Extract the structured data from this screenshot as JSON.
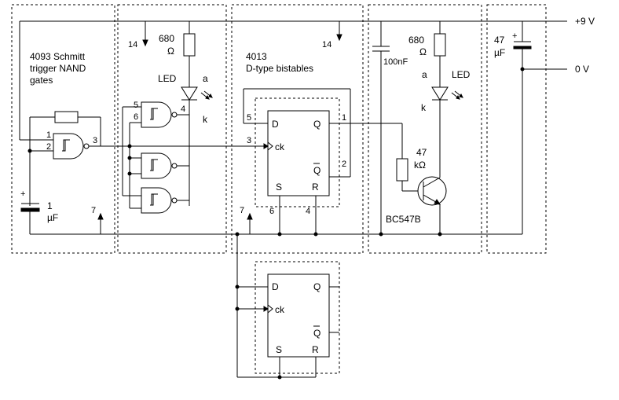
{
  "rails": {
    "plus": "+9 V",
    "zero": "0 V"
  },
  "sections": {
    "schmitt": {
      "title_line1": "4093 Schmitt",
      "title_line2": "trigger NAND",
      "title_line3": "gates"
    },
    "bistables": {
      "title_line1": "4013",
      "title_line2": "D-type bistables"
    }
  },
  "components": {
    "cap_timing": {
      "value": "1",
      "unit": "µF"
    },
    "cap_decouple": {
      "value": "100nF"
    },
    "cap_supply": {
      "value": "47",
      "unit": "µF",
      "polarity": "+"
    },
    "res_led1": {
      "value": "680",
      "unit": "Ω"
    },
    "res_led2": {
      "value": "680",
      "unit": "Ω"
    },
    "res_base": {
      "value": "47",
      "unit": "kΩ"
    },
    "transistor": {
      "label": "BC547B"
    },
    "led1": {
      "label": "LED",
      "anode": "a",
      "cathode": "k"
    },
    "led2": {
      "label": "LED",
      "anode": "a",
      "cathode": "k"
    }
  },
  "pins": {
    "gate1_in1": "1",
    "gate1_in2": "2",
    "gate1_out": "3",
    "gate2_in_a": "5",
    "gate2_in_b": "6",
    "gate2_out": "4",
    "gate_vdd": "14",
    "gate_vss": "7",
    "ff_vdd": "14",
    "ff_vss": "7",
    "ff_q_out": "1",
    "ff_qbar_out": "2",
    "ff_clk_in": "3",
    "ff_d_in": "5",
    "ff_s_in": "6",
    "ff_r_in": "4"
  },
  "flipflop": {
    "d": "D",
    "q": "Q",
    "ck": "ck",
    "qbar": "Q",
    "s": "S",
    "r": "R"
  }
}
